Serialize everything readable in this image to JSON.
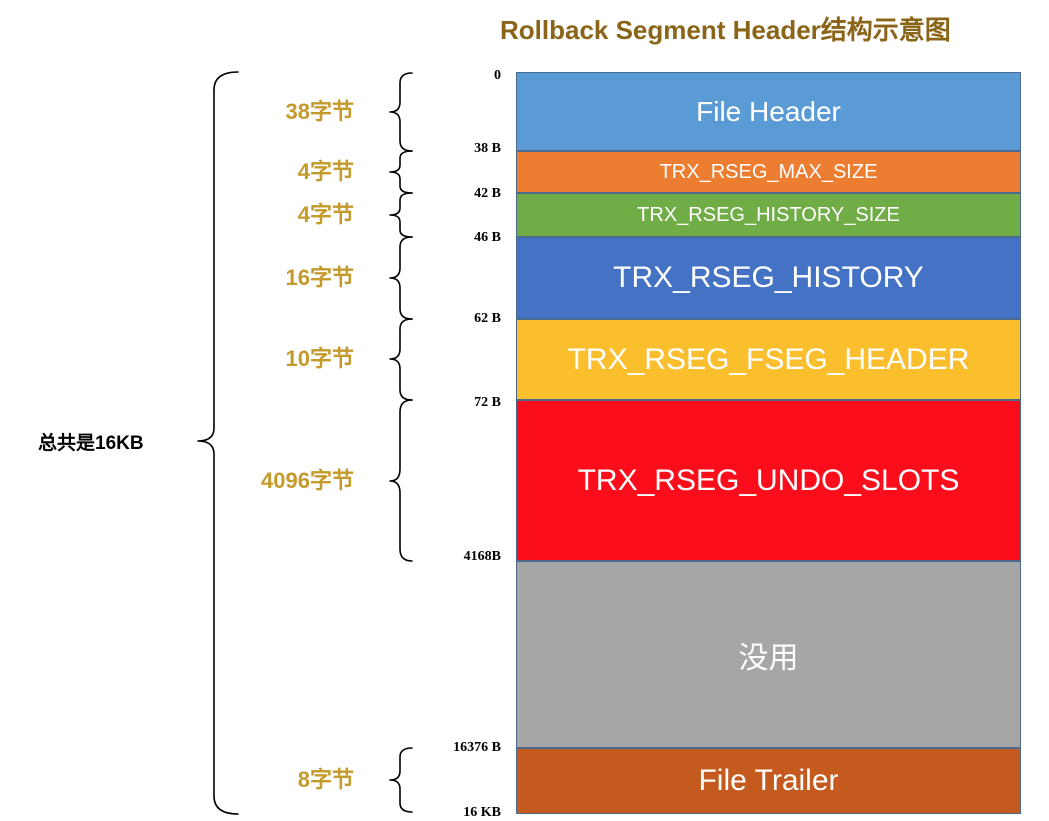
{
  "title": "Rollback Segment Header结构示意图",
  "segments": [
    {
      "name": "File Header",
      "color": "#5b9bd5"
    },
    {
      "name": "TRX_RSEG_MAX_SIZE",
      "color": "#ed7d31"
    },
    {
      "name": "TRX_RSEG_HISTORY_SIZE",
      "color": "#70ad47"
    },
    {
      "name": "TRX_RSEG_HISTORY",
      "color": "#4472c4"
    },
    {
      "name": "TRX_RSEG_FSEG_HEADER",
      "color": "#fbbf2d"
    },
    {
      "name": "TRX_RSEG_UNDO_SLOTS",
      "color": "#fb0d1b"
    },
    {
      "name": "没用",
      "color": "#a6a6a6"
    },
    {
      "name": "File Trailer",
      "color": "#c55a1e"
    }
  ],
  "offsets": [
    "0",
    "38 B",
    "42 B",
    "46 B",
    "62 B",
    "72 B",
    "4168B",
    "16376 B",
    "16 KB"
  ],
  "sizes": [
    "38字节",
    "4字节",
    "4字节",
    "16字节",
    "10字节",
    "4096字节",
    "8字节"
  ],
  "total": "总共是16KB"
}
